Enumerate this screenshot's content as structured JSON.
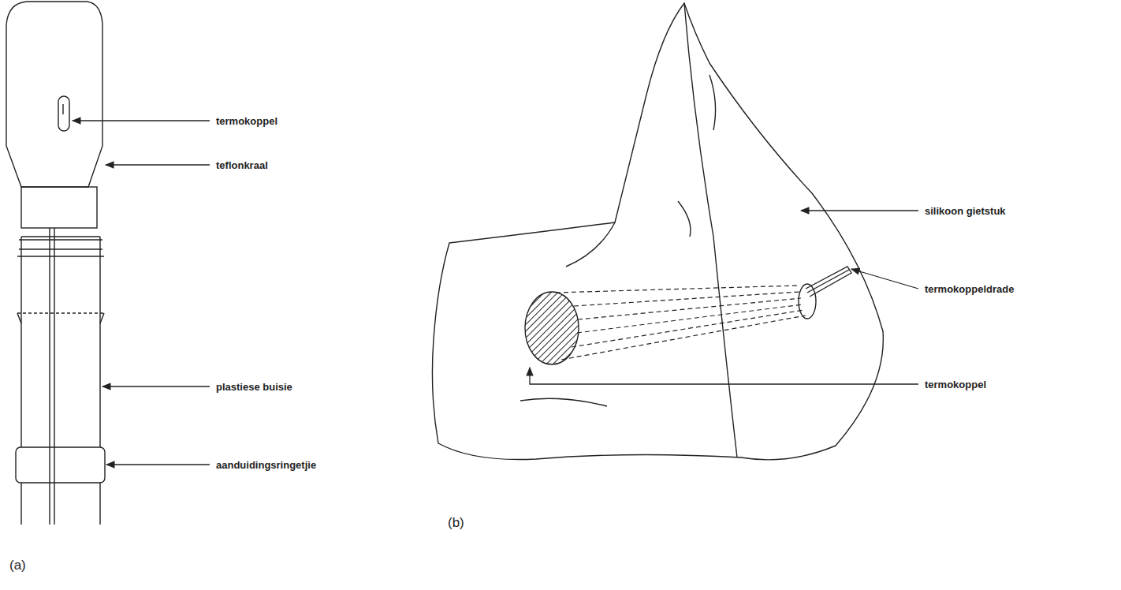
{
  "diagram": {
    "labels": [
      "termokoppel",
      "teflonkraal",
      "plastiese buisie",
      "aanduidingsringetjie",
      "(a)",
      "silikoon gietstuk",
      "termokoppeldrade",
      "termokoppel",
      "(b)"
    ]
  }
}
